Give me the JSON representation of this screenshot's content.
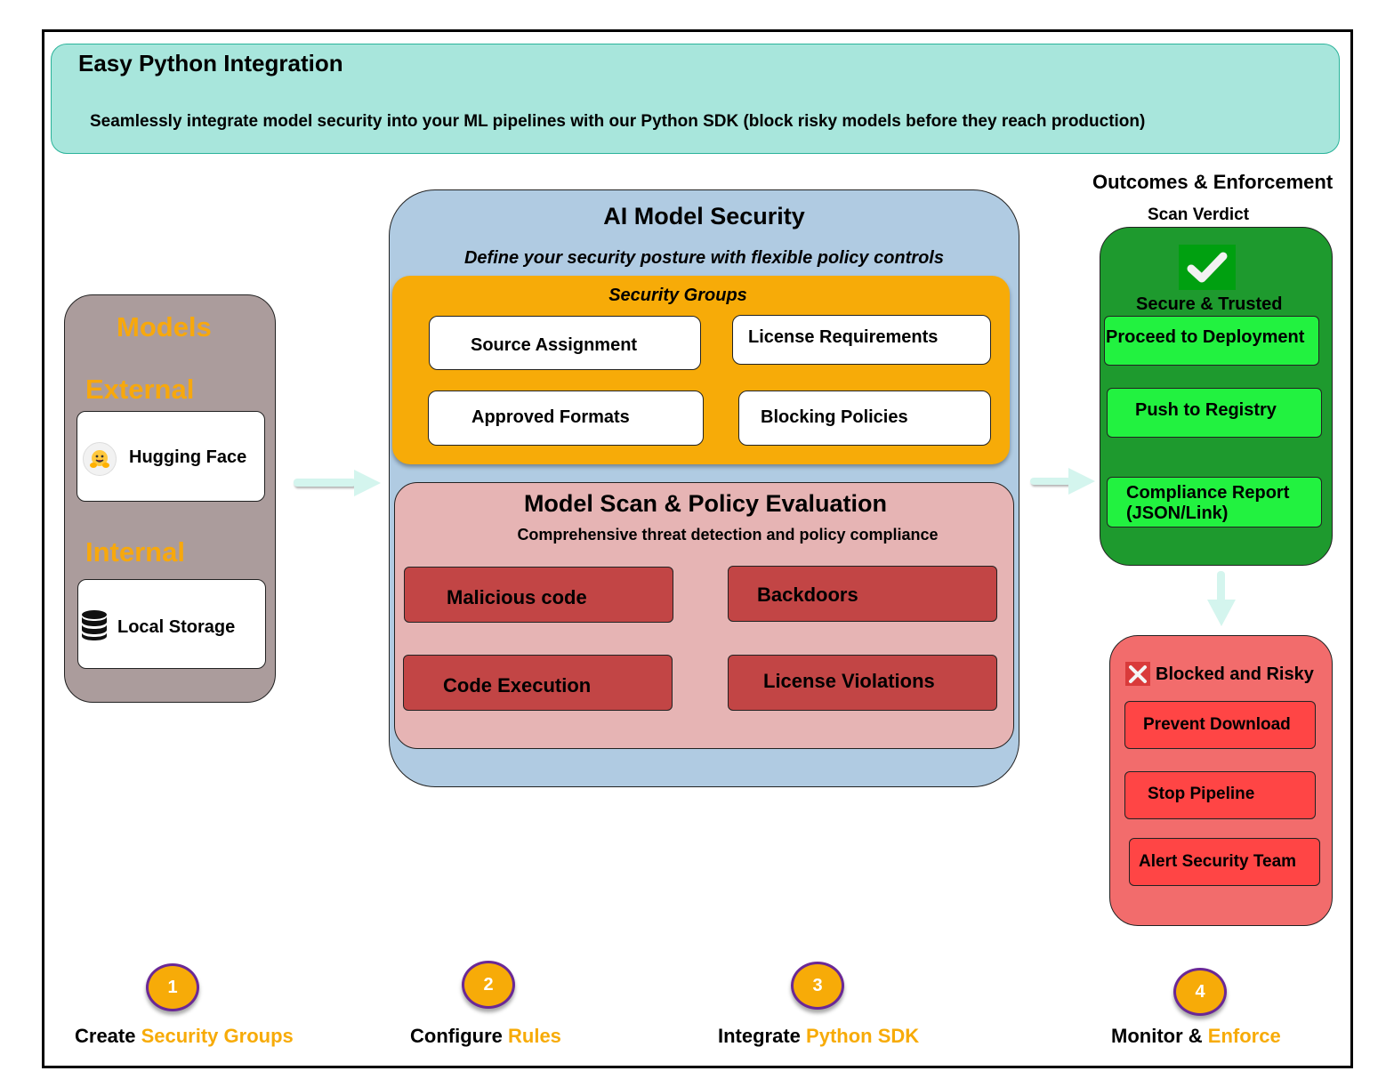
{
  "banner": {
    "title": "Easy Python Integration",
    "subtitle": "Seamlessly integrate model security into your ML pipelines with our Python SDK (block risky models before they reach production)"
  },
  "models": {
    "title": "Models",
    "external_label": "External",
    "external_items": [
      {
        "label": "Hugging Face",
        "icon": "hugging-face-emoji-icon"
      }
    ],
    "internal_label": "Internal",
    "internal_items": [
      {
        "label": "Local Storage",
        "icon": "database-icon"
      }
    ]
  },
  "ai_model_security": {
    "title": "AI Model Security",
    "subtitle": "Define your security posture with flexible policy controls",
    "security_groups": {
      "title": "Security Groups",
      "items": [
        "Source Assignment",
        "License Requirements",
        "Approved Formats",
        "Blocking Policies"
      ]
    },
    "scan": {
      "title": "Model Scan & Policy Evaluation",
      "subtitle": "Comprehensive threat detection and policy compliance",
      "threats": [
        "Malicious code",
        "Backdoors",
        "Code Execution",
        "License Violations"
      ]
    }
  },
  "outcomes": {
    "title": "Outcomes & Enforcement",
    "verdict_label": "Scan Verdict",
    "secure": {
      "icon": "check-icon",
      "title": "Secure & Trusted",
      "actions": [
        "Proceed to Deployment",
        "Push to Registry",
        "Compliance Report (JSON/Link)"
      ]
    },
    "blocked": {
      "icon": "x-icon",
      "title": "Blocked and Risky",
      "actions": [
        "Prevent Download",
        "Stop Pipeline",
        "Alert Security Team"
      ]
    }
  },
  "steps": [
    {
      "number": "1",
      "prefix": "Create ",
      "highlight": "Security Groups"
    },
    {
      "number": "2",
      "prefix": "Configure ",
      "highlight": "Rules"
    },
    {
      "number": "3",
      "prefix": "Integrate ",
      "highlight": "Python SDK"
    },
    {
      "number": "4",
      "prefix": "Monitor & ",
      "highlight": "Enforce"
    }
  ],
  "colors": {
    "banner": "#a8e6dc",
    "accent_orange": "#f7ab08",
    "models_panel": "#ab9c9c",
    "ai_security_panel": "#b0cbe2",
    "scan_panel": "#e6b4b4",
    "threat_box": "#c24545",
    "secure_panel": "#1e9a2e",
    "secure_action": "#22f240",
    "blocked_panel": "#f26c6c",
    "blocked_action": "#ff4545",
    "step_ring": "#6a2896",
    "arrow": "#d4f5ee"
  }
}
